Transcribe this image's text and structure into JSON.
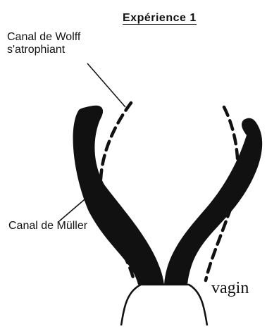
{
  "figure": {
    "title": "Expérience 1",
    "labels": {
      "wolff_line1": "Canal de Wolff",
      "wolff_line2": "s'atrophiant",
      "muller": "Canal de Müller",
      "vagin": "vagin"
    }
  },
  "colors": {
    "ink": "#111111",
    "background": "#ffffff"
  }
}
